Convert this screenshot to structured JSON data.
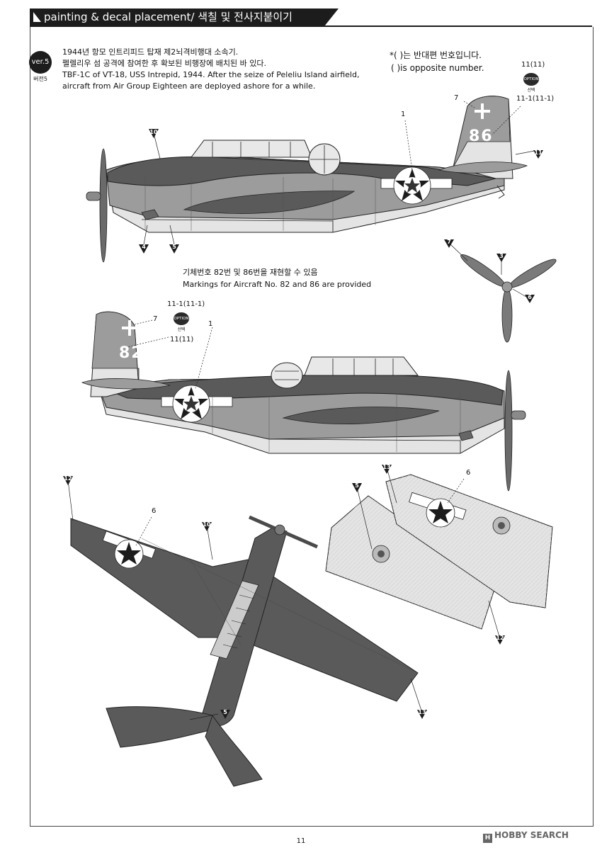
{
  "header": {
    "title": "painting & decal placement/ 색칠 및 전사지붙이기"
  },
  "version_badge": {
    "label": "ver.5",
    "sub": "버전5"
  },
  "description": {
    "line1": "1944년 항모 인트리피드 탑재 제2뇌격비행대 소속기.",
    "line2": "펠렐리우 섬 공격에 참여한 후 확보된 비행장에 배치된 바 있다.",
    "line3": "TBF-1C of VT-18, USS Intrepid, 1944. After the seize of Peleliu Island airfield,",
    "line4": "aircraft from Air Group Eighteen are deployed ashore for a while."
  },
  "note": {
    "line1": "*(  )는 반대편 번호입니다.",
    "line2": "(   )is opposite number."
  },
  "markings_note": {
    "line1": "기체번호 82번 및 86번을 재현할 수 있음",
    "line2": "Markings for Aircraft No. 82 and 86 are provided"
  },
  "option_badge": {
    "label": "OPTION",
    "sub": "선택"
  },
  "decal_labels": {
    "top_11_11": "11(11)",
    "top_7": "7",
    "top_11_1": "11-1(11-1)",
    "top_1": "1",
    "mid_11_1": "11-1(11-1)",
    "mid_7": "7",
    "mid_11_11": "11(11)",
    "mid_1": "1",
    "bottom_6_left": "6",
    "bottom_6_right": "6"
  },
  "aircraft_codes": {
    "top_tail": "86",
    "mid_tail": "82"
  },
  "callouts": {
    "c10a": "10",
    "c11": "11",
    "c4": "4",
    "c5a": "5",
    "c7": "7",
    "c3": "3",
    "c6": "6",
    "c12a": "12",
    "c10b": "10",
    "c5b": "5",
    "c13a": "13",
    "c5c": "5",
    "c12b": "12",
    "c13b": "13"
  },
  "colors": {
    "dark": "#5a5a5a",
    "medium": "#9c9c9c",
    "light": "#e4e4e4",
    "ink": "#1c1c1c"
  },
  "footer": {
    "page_number": "11",
    "watermark": "HOBBY SEARCH"
  }
}
